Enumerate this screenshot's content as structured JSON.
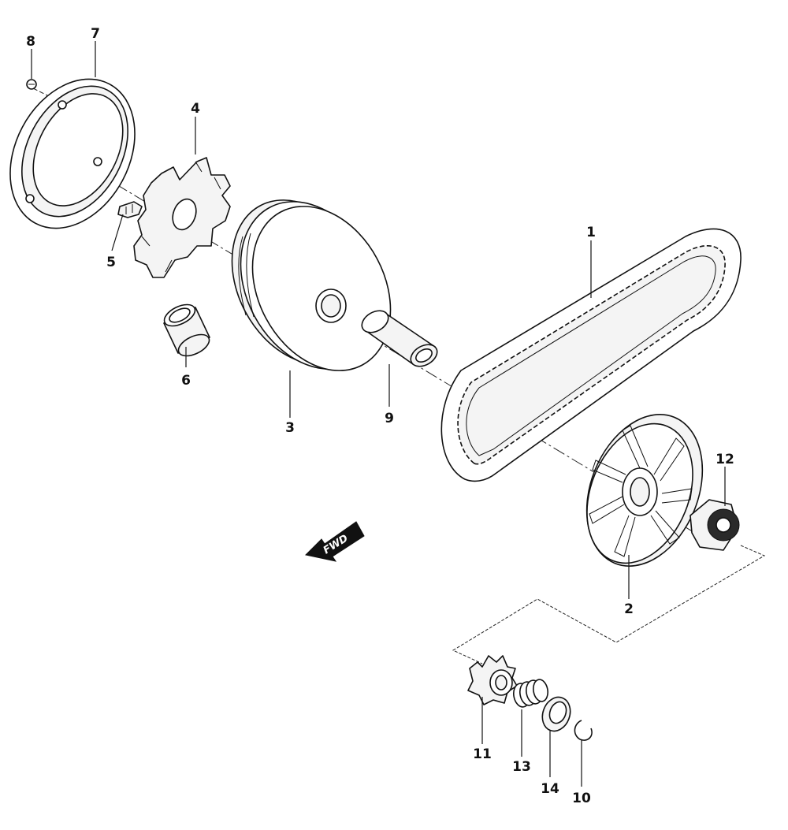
{
  "diagram": {
    "direction_marker": {
      "label": "FWD",
      "icon": "arrow-left-icon"
    },
    "callouts": [
      {
        "id": "1",
        "part": "drive-belt"
      },
      {
        "id": "2",
        "part": "fan-drive-face"
      },
      {
        "id": "3",
        "part": "movable-drive-face"
      },
      {
        "id": "4",
        "part": "ramp-plate"
      },
      {
        "id": "5",
        "part": "slider-piece"
      },
      {
        "id": "6",
        "part": "collar"
      },
      {
        "id": "7",
        "part": "cover"
      },
      {
        "id": "8",
        "part": "screw"
      },
      {
        "id": "9",
        "part": "bushing"
      },
      {
        "id": "10",
        "part": "circlip"
      },
      {
        "id": "11",
        "part": "gear"
      },
      {
        "id": "12",
        "part": "nut"
      },
      {
        "id": "13",
        "part": "spring"
      },
      {
        "id": "14",
        "part": "washer"
      }
    ]
  }
}
